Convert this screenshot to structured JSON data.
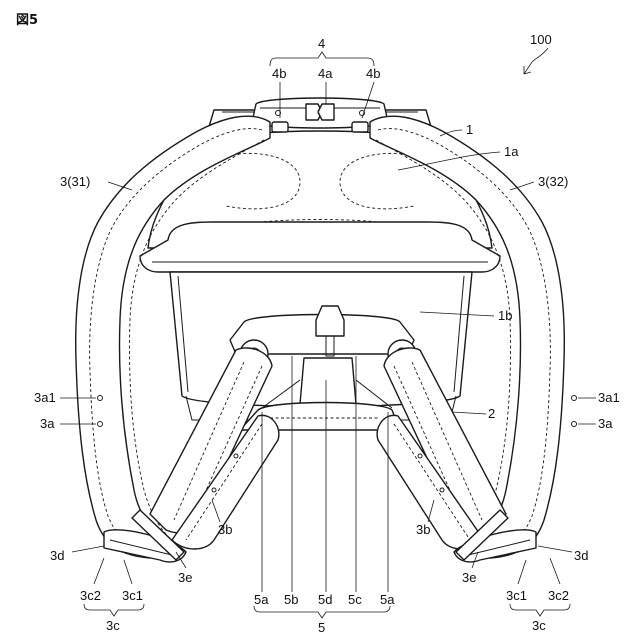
{
  "figure": {
    "title": "図5"
  },
  "labels": {
    "ref_100": "100",
    "ref_4": "4",
    "ref_4b_left": "4b",
    "ref_4a": "4a",
    "ref_4b_right": "4b",
    "ref_1": "1",
    "ref_1a": "1a",
    "ref_1b": "1b",
    "ref_2": "2",
    "ref_3_31": "3(31)",
    "ref_3_32": "3(32)",
    "ref_3a1_left": "3a1",
    "ref_3a_left": "3a",
    "ref_3a1_right": "3a1",
    "ref_3a_right": "3a",
    "ref_3b_left": "3b",
    "ref_3b_right": "3b",
    "ref_3d_left": "3d",
    "ref_3d_right": "3d",
    "ref_3e_left": "3e",
    "ref_3e_right": "3e",
    "ref_3c2_left": "3c2",
    "ref_3c1_left": "3c1",
    "ref_3c1_right": "3c1",
    "ref_3c2_right": "3c2",
    "ref_3c_left": "3c",
    "ref_3c_right": "3c",
    "ref_5a_1": "5a",
    "ref_5b": "5b",
    "ref_5d": "5d",
    "ref_5c": "5c",
    "ref_5a_2": "5a",
    "ref_5": "5"
  }
}
